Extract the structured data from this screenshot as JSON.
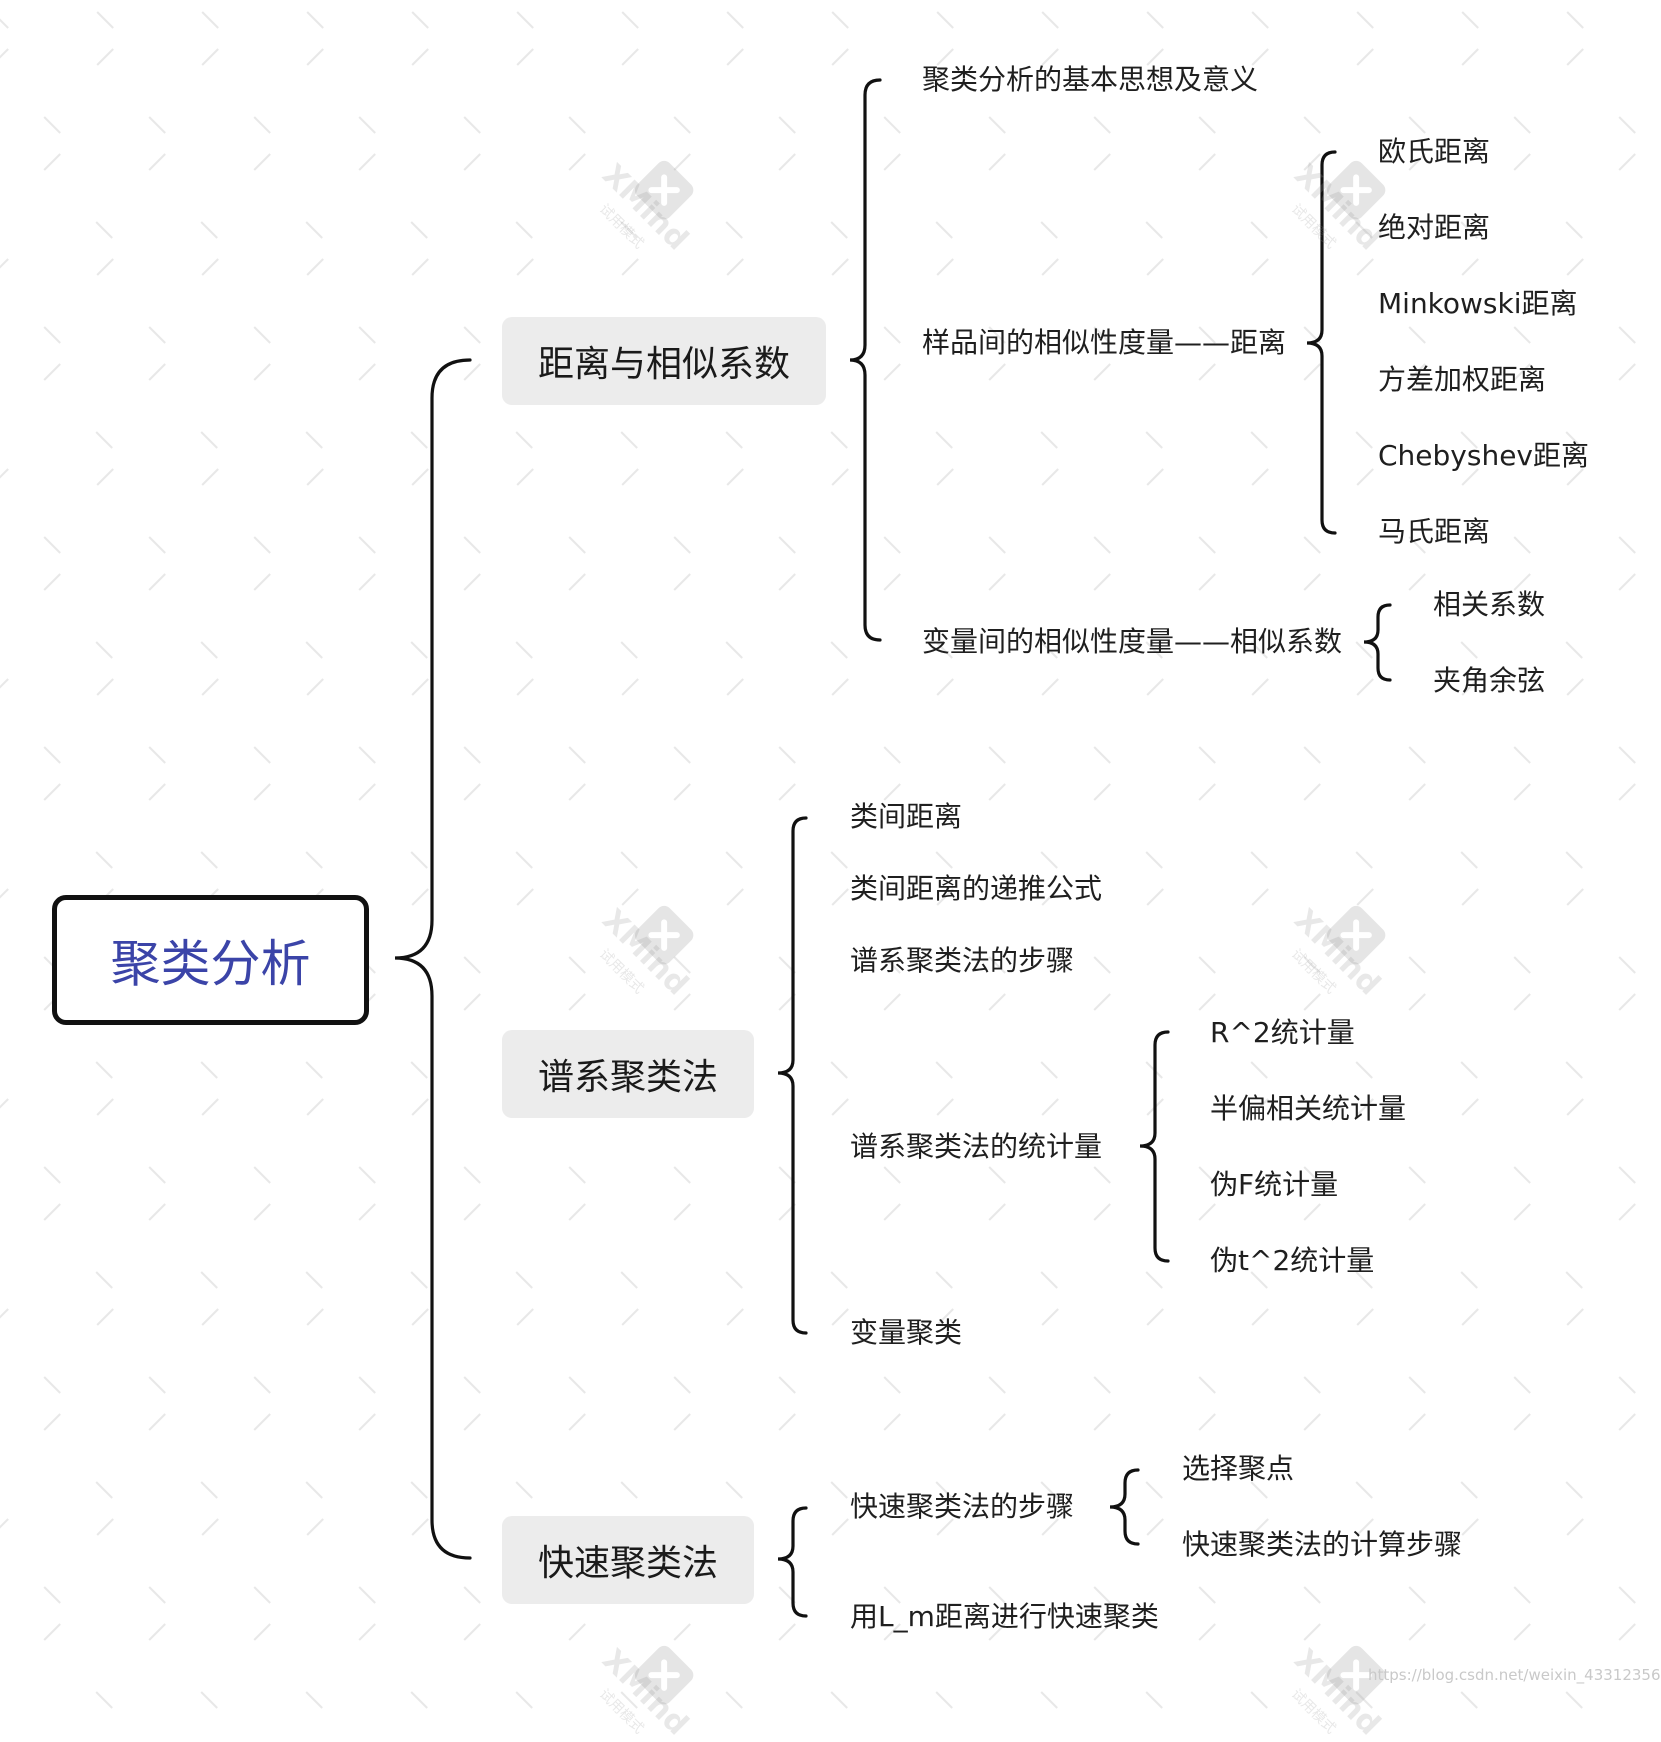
{
  "root": {
    "label": "聚类分析"
  },
  "branches": [
    {
      "label": "距离与相似系数",
      "children": [
        {
          "label": "聚类分析的基本思想及意义"
        },
        {
          "label": "样品间的相似性度量——距离",
          "children": [
            "欧氏距离",
            "绝对距离",
            "Minkowski距离",
            "方差加权距离",
            "Chebyshev距离",
            "马氏距离"
          ]
        },
        {
          "label": "变量间的相似性度量——相似系数",
          "children": [
            "相关系数",
            "夹角余弦"
          ]
        }
      ]
    },
    {
      "label": "谱系聚类法",
      "children": [
        {
          "label": "类间距离"
        },
        {
          "label": "类间距离的递推公式"
        },
        {
          "label": "谱系聚类法的步骤"
        },
        {
          "label": "谱系聚类法的统计量",
          "children": [
            "R^2统计量",
            "半偏相关统计量",
            "伪F统计量",
            "伪t^2统计量"
          ]
        },
        {
          "label": "变量聚类"
        }
      ]
    },
    {
      "label": "快速聚类法",
      "children": [
        {
          "label": "快速聚类法的步骤",
          "children": [
            "选择聚点",
            "快速聚类法的计算步骤"
          ]
        },
        {
          "label": "用L_m距离进行快速聚类"
        }
      ]
    }
  ],
  "watermark": {
    "text": "XMind",
    "subtext": "试用模式"
  },
  "credit": "https://blog.csdn.net/weixin_43312356",
  "colors": {
    "root_text": "#3b44a8",
    "branch_bg": "#ececec",
    "line": "#111111"
  }
}
